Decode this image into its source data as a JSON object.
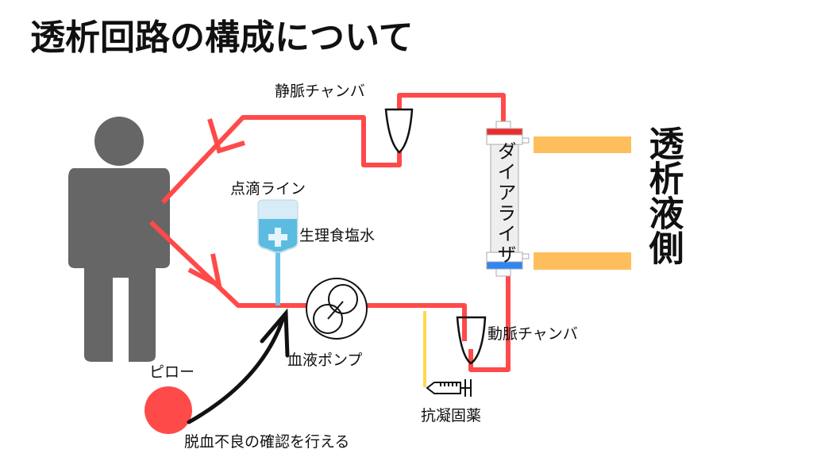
{
  "title": "透析回路の構成について",
  "labels": {
    "venous_chamber": "静脈チャンバ",
    "drip_line": "点滴ライン",
    "saline": "生理食塩水",
    "blood_pump": "血液ポンプ",
    "arterial_chamber": "動脈チャンバ",
    "anticoagulant": "抗凝固薬",
    "pillow": "ピロー",
    "pillow_note": "脱血不良の確認を行える",
    "dialyzer": "ダイアライザ",
    "dialysate_side": "透析液側"
  },
  "colors": {
    "blood_line": "#ff4a4a",
    "dialysate": "#ffbe5c",
    "saline_line": "#6ec3e8",
    "anticoagulant_line": "#ffd84d",
    "person": "#666666",
    "pillow": "#ff4a4a",
    "venous_cap": "#ee2a2a",
    "arterial_cap": "#2f86f0"
  }
}
